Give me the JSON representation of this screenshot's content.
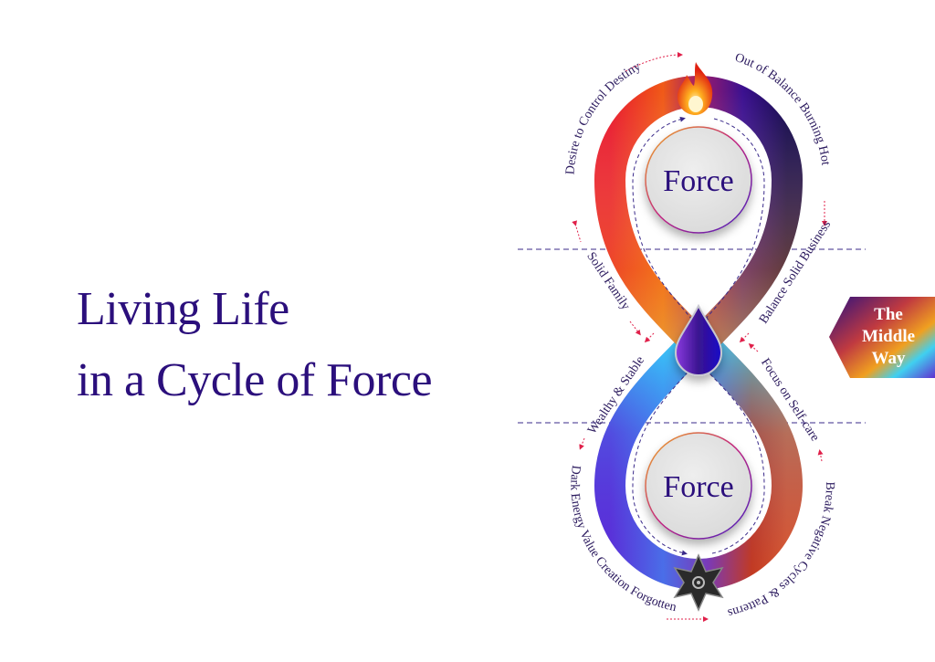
{
  "title": {
    "line1": "Living Life",
    "line2": "in a Cycle of Force"
  },
  "diagram": {
    "top_circle": "Force",
    "bottom_circle": "Force",
    "labels": {
      "desire": "Desire to Control Destiny",
      "out_of_balance": "Out of Balance Burning Hot",
      "balance_business": "Balance Solid Business",
      "solid_family": "Solid Family",
      "wealthy": "Wealthy & Stable",
      "self_care": "Focus on Self-care",
      "break_cycles": "Break Negative Cycles & Patterns",
      "dark_energy": "Dark Energy Value Creation Forgotten"
    },
    "badge": {
      "line1": "The",
      "line2": "Middle",
      "line3": "Way"
    }
  },
  "colors": {
    "title": "#2b0f7c",
    "arrow": "#e0204a",
    "dash": "#3a2a8a"
  }
}
